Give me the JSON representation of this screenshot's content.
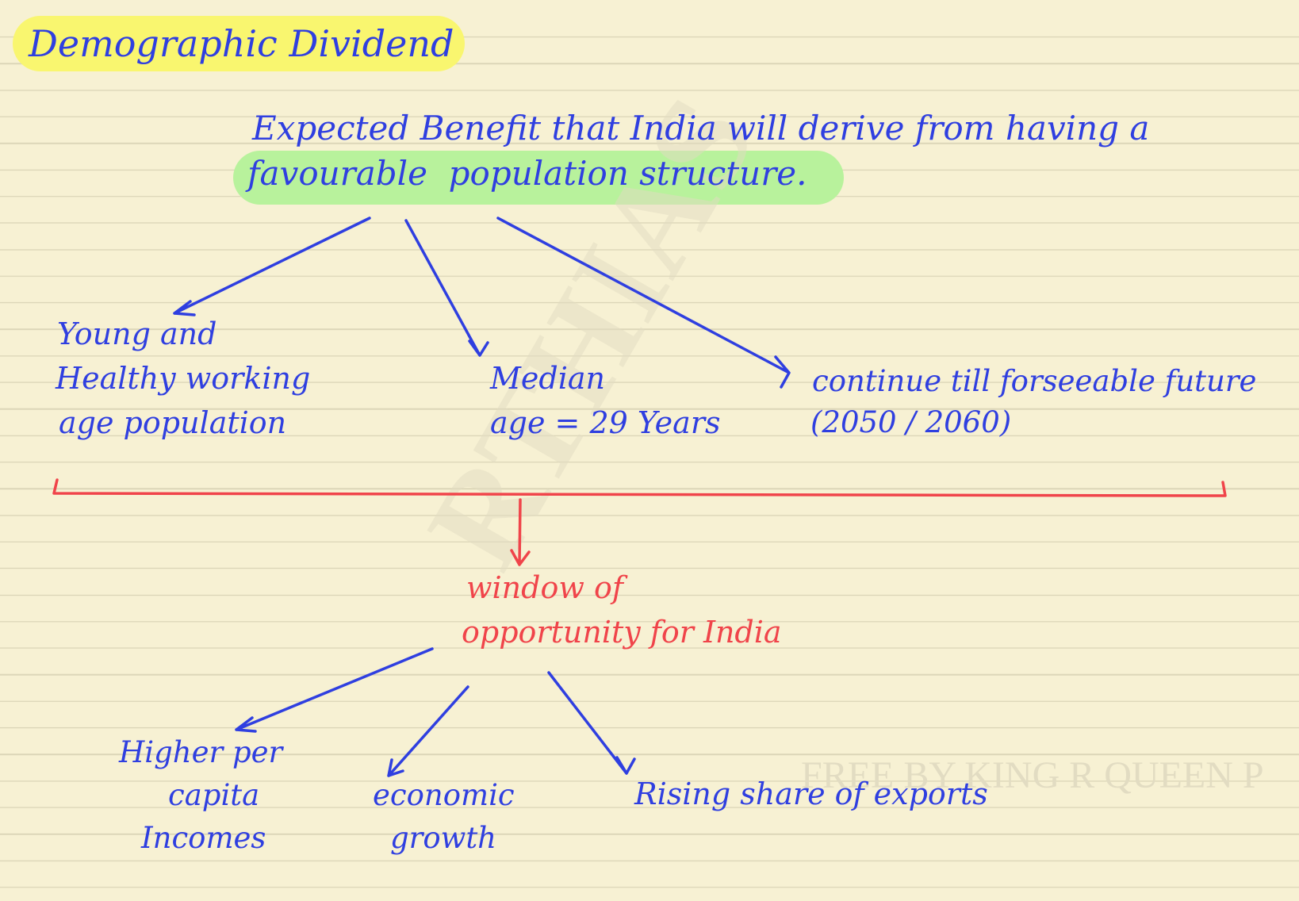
{
  "title": "Demographic Dividend",
  "definition": {
    "line1": "Expected Benefit that India will derive from having a",
    "line2_highlight": "favourable  population structure",
    "line2_tail": "."
  },
  "features": [
    {
      "lines": [
        "Young and",
        "Healthy working",
        "age population"
      ]
    },
    {
      "lines": [
        "Median",
        "age = 29 Years"
      ]
    },
    {
      "lines": [
        "continue till forseeable future",
        "(2050 / 2060)"
      ]
    }
  ],
  "window": {
    "lines": [
      "window of",
      "opportunity for India"
    ]
  },
  "outcomes": [
    {
      "lines": [
        "Higher per",
        "capita",
        "Incomes"
      ]
    },
    {
      "lines": [
        "economic",
        "growth"
      ]
    },
    {
      "lines": [
        "Rising share of exports"
      ]
    }
  ],
  "watermark": {
    "text": "FREE BY KING R QUEEN P"
  },
  "colors": {
    "ink_blue": "#2f3fe0",
    "ink_red": "#f0444a",
    "highlight_yellow": "#f7f56a",
    "highlight_green": "#b5f29a",
    "paper": "#f7f1d3"
  }
}
